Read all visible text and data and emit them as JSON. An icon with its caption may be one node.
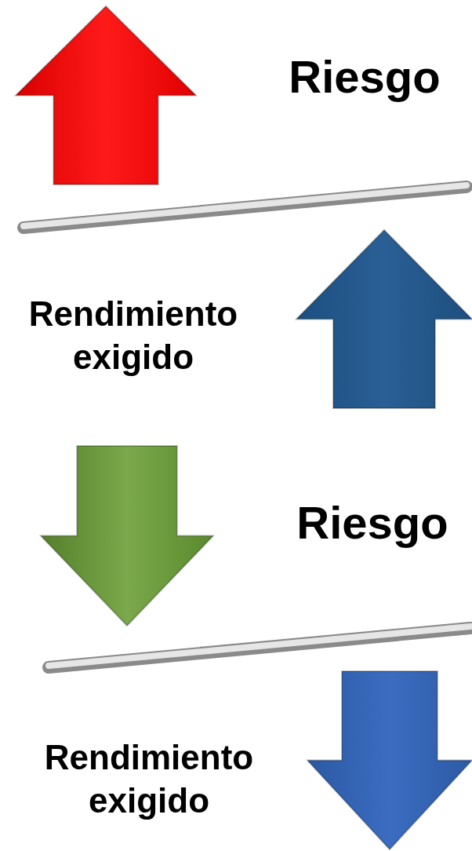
{
  "diagram": {
    "labels": [
      "Riesgo",
      "Rendimiento exigido",
      "Riesgo",
      "Rendimiento exigido"
    ]
  }
}
